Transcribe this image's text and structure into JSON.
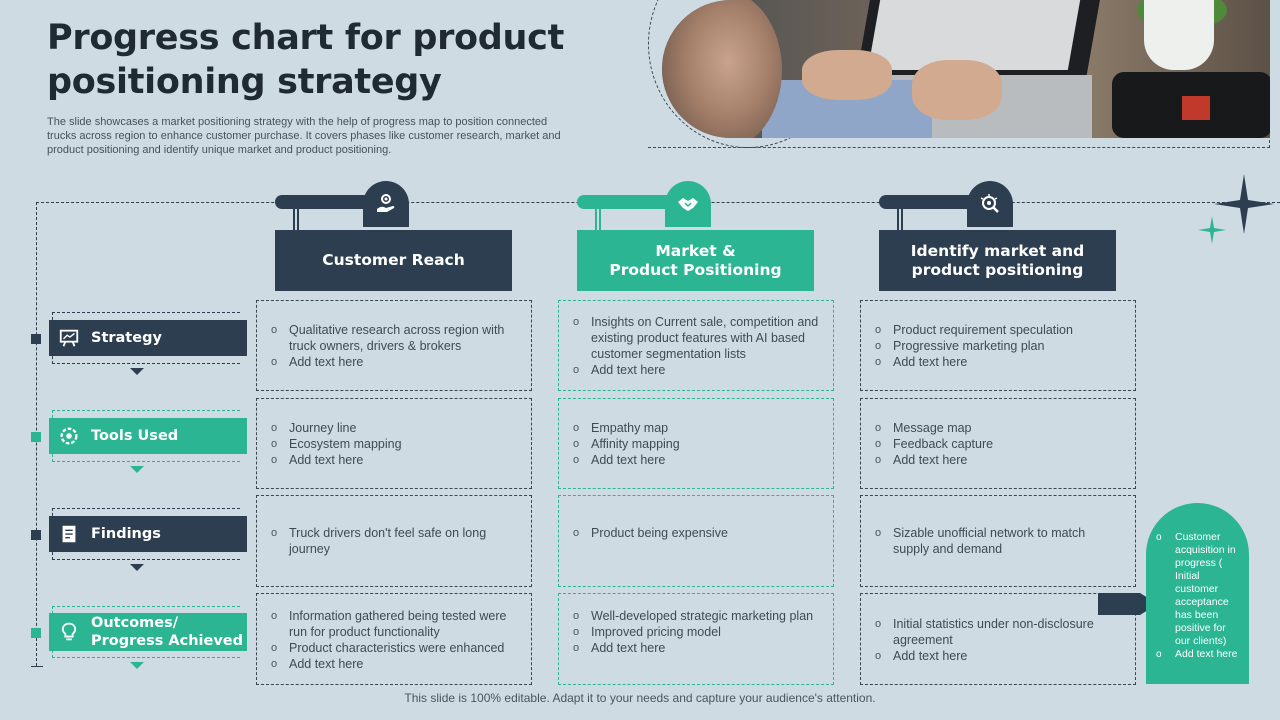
{
  "title": "Progress chart for product positioning strategy",
  "subtitle": "The slide showcases a market positioning strategy with the help of progress map to position connected trucks across region to enhance customer purchase. It covers phases like customer research, market and product positioning and identify unique market and product positioning.",
  "columns": [
    {
      "heading": "Customer Reach",
      "icon": "hand-gear-icon"
    },
    {
      "heading": "Market &\nProduct Positioning",
      "icon": "handshake-icon"
    },
    {
      "heading": "Identify market and\nproduct positioning",
      "icon": "bulb-magnifier-icon"
    }
  ],
  "rows": [
    {
      "label": "Strategy",
      "icon": "presentation-board-icon"
    },
    {
      "label": "Tools Used",
      "icon": "gear-cycle-icon"
    },
    {
      "label": "Findings",
      "icon": "document-list-icon"
    },
    {
      "label": "Outcomes/\nProgress Achieved",
      "icon": "lightbulb-icon"
    }
  ],
  "cells": [
    [
      [
        "Qualitative research across region with truck owners, drivers & brokers",
        "Add text here"
      ],
      [
        "Insights on Current sale, competition and existing product features with AI based customer segmentation lists",
        "Add text here"
      ],
      [
        "Product requirement speculation",
        "Progressive marketing plan",
        "Add text here"
      ]
    ],
    [
      [
        "Journey line",
        "Ecosystem mapping",
        "Add text here"
      ],
      [
        "Empathy map",
        "Affinity mapping",
        "Add text here"
      ],
      [
        "Message map",
        "Feedback capture",
        "Add text here"
      ]
    ],
    [
      [
        "Truck drivers don't feel safe on long journey"
      ],
      [
        "Product being expensive"
      ],
      [
        "Sizable unofficial network to match supply and demand"
      ]
    ],
    [
      [
        "Information gathered being tested were run for product functionality",
        "Product characteristics were enhanced",
        "Add text here"
      ],
      [
        "Well-developed strategic marketing plan",
        "Improved pricing model",
        "Add text here"
      ],
      [
        "Initial statistics under non-disclosure agreement",
        "Add text here"
      ]
    ]
  ],
  "outcome_box": [
    "Customer acquisition in progress ( Initial customer acceptance has been positive for our clients)",
    "Add text here"
  ],
  "footer": "This slide is 100% editable. Adapt it to your needs and capture your audience's attention.",
  "colors": {
    "dark": "#2c3e4f",
    "teal": "#2bb593",
    "background": "#cfdbe3"
  }
}
